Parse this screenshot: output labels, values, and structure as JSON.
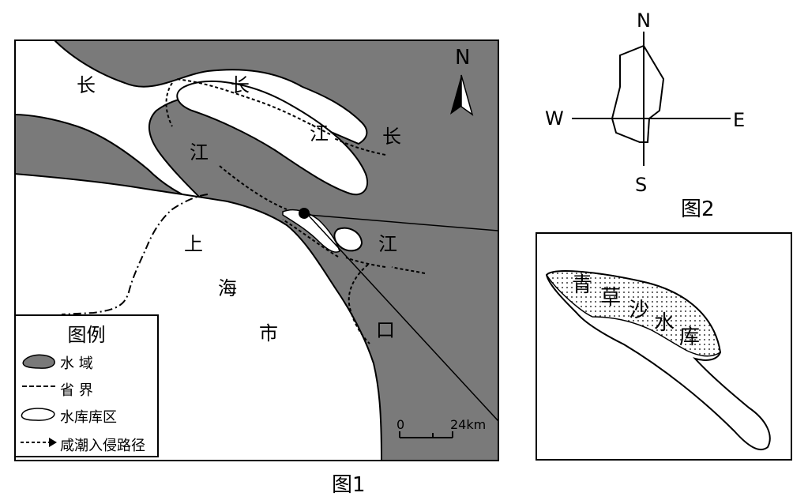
{
  "fig1": {
    "caption": "图1",
    "north": "N",
    "place_labels": [
      "长",
      "长",
      "江",
      "江",
      "长",
      "江",
      "口",
      "上",
      "海",
      "市"
    ],
    "scale_bar": {
      "zero": "0",
      "end": "24km"
    },
    "legend": {
      "title": "图例",
      "items": [
        "水 域",
        "省 界",
        "水库库区",
        "咸潮入侵路径"
      ]
    },
    "colors": {
      "water": "#7a7a7a",
      "land": "#ffffff",
      "border": "#000000"
    }
  },
  "inset": {
    "reservoir_chars": [
      "青",
      "草",
      "沙",
      "水",
      "库"
    ]
  },
  "fig2": {
    "caption": "图2",
    "directions": {
      "n": "N",
      "s": "S",
      "w": "W",
      "e": "E"
    }
  }
}
